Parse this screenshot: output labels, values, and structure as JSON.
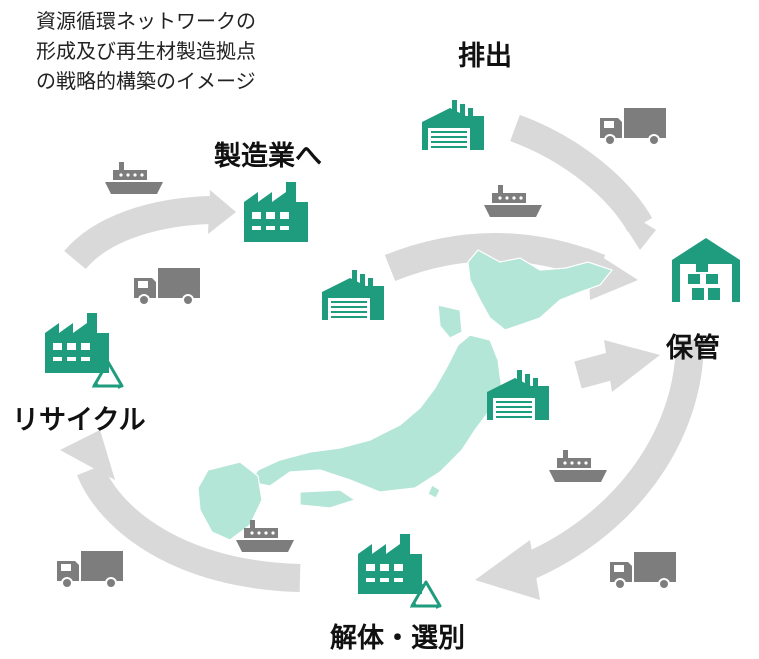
{
  "title_lines": [
    "資源循環ネットワークの",
    "形成及び再生材製造拠点",
    "の戦略的構築のイメージ"
  ],
  "stages": {
    "discharge": "排出",
    "storage": "保管",
    "dismantle": "解体・選別",
    "recycle": "リサイクル",
    "to_manufacturing": "製造業へ"
  },
  "colors": {
    "accent": "#1f9c7e",
    "map": "#b3e6d6",
    "arrow": "#d9d9d9",
    "vehicle": "#7d7d7d"
  },
  "icons": [
    "factory-icon",
    "warehouse-icon",
    "truck-icon",
    "ship-icon",
    "recycle-icon",
    "japan-map"
  ]
}
